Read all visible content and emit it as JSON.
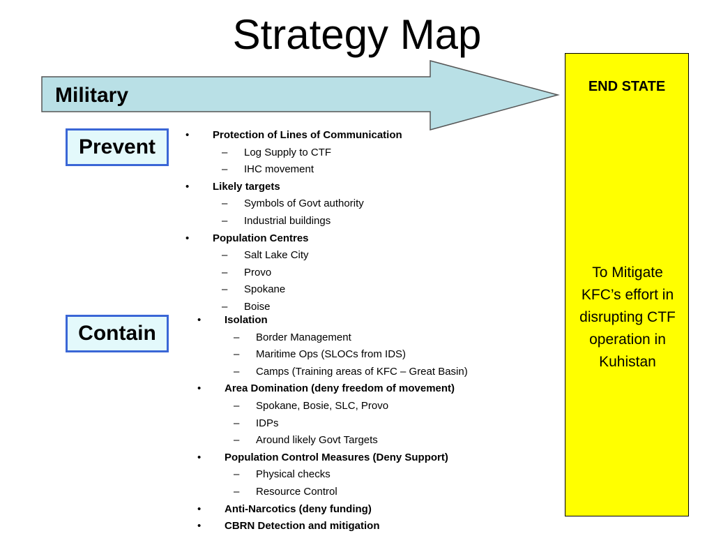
{
  "title": "Strategy Map",
  "arrow": {
    "label": "Military",
    "fill": "#b9e0e6",
    "stroke": "#555555"
  },
  "end_state": {
    "title": "END STATE",
    "text": "To Mitigate KFC’s effort in disrupting CTF operation in Kuhistan",
    "fill": "#ffff00"
  },
  "phases": [
    {
      "label": "Prevent",
      "items": [
        {
          "head": "Protection of Lines of Communication",
          "subs": [
            "Log Supply to CTF",
            "IHC movement"
          ]
        },
        {
          "head": "Likely  targets",
          "subs": [
            "Symbols of Govt authority",
            "Industrial buildings"
          ]
        },
        {
          "head": "Population Centres",
          "subs": [
            "Salt Lake City",
            "Provo",
            "Spokane",
            "Boise"
          ]
        }
      ]
    },
    {
      "label": "Contain",
      "items": [
        {
          "head": "Isolation",
          "subs": [
            "Border Management",
            "Maritime Ops (SLOCs from IDS)",
            "Camps (Training areas of KFC – Great Basin)"
          ]
        },
        {
          "head": "Area Domination (deny freedom of movement)",
          "subs": [
            "Spokane, Bosie, SLC, Provo",
            "IDPs",
            "Around likely Govt Targets"
          ]
        },
        {
          "head": "Population Control Measures (Deny Support)",
          "subs": [
            "Physical checks",
            "Resource Control"
          ]
        },
        {
          "head": "Anti-Narcotics (deny funding)",
          "subs": []
        },
        {
          "head": "CBRN Detection and mitigation",
          "subs": []
        }
      ]
    }
  ],
  "colors": {
    "box_fill": "#e3f9fb",
    "box_border": "#3a66d6"
  }
}
